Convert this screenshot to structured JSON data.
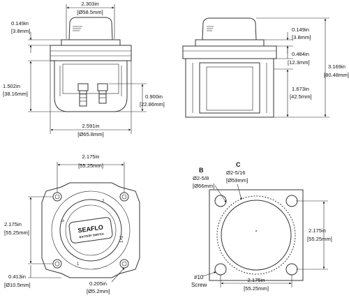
{
  "views": {
    "front": {
      "width_top": [
        "2.303in",
        "[Ø58.5mm]"
      ],
      "knob_height": [
        "0.149in",
        "[3.8mm]"
      ],
      "body_height": [
        "1.502in",
        "[38.16mm]"
      ],
      "stud_height": [
        "0.900in",
        "[22.86mm]"
      ],
      "width_bottom": [
        "2.591in",
        "[Ø65.8mm]"
      ]
    },
    "side": {
      "knob_height": [
        "0.149in",
        "[3.8mm]"
      ],
      "flange": [
        "0.484in",
        "[12.3mm]"
      ],
      "total_height": [
        "3.169in",
        "[80.48mm]"
      ],
      "body_height": [
        "1.673in",
        "[42.5mm]"
      ]
    },
    "top": {
      "width": [
        "2.175in",
        "[55.25mm]"
      ],
      "height": [
        "2.175in",
        "[55.25mm]"
      ],
      "hole_offset": [
        "0.413in",
        "[Ø10.5mm]"
      ],
      "hole_dia": [
        "0.205in",
        "[Ø5.2mm]"
      ],
      "brand": "SEAFLO",
      "brand_sub": "BATTERY SWITCH",
      "positions": [
        "2",
        "1+2",
        "1",
        "0"
      ]
    },
    "cutout": {
      "label_b": "B",
      "dia_b": [
        "Ø2-5/8",
        "[Ø66mm]"
      ],
      "label_c": "C",
      "dia_c": [
        "Ø2-5/16",
        "[Ø59mm]"
      ],
      "height": [
        "2.175in",
        "[55.25mm]"
      ],
      "width": [
        "2.175in",
        "[55.25mm]"
      ],
      "screw": [
        "#10",
        "Screw"
      ]
    }
  },
  "colors": {
    "line": "#222222",
    "background": "#ffffff"
  }
}
